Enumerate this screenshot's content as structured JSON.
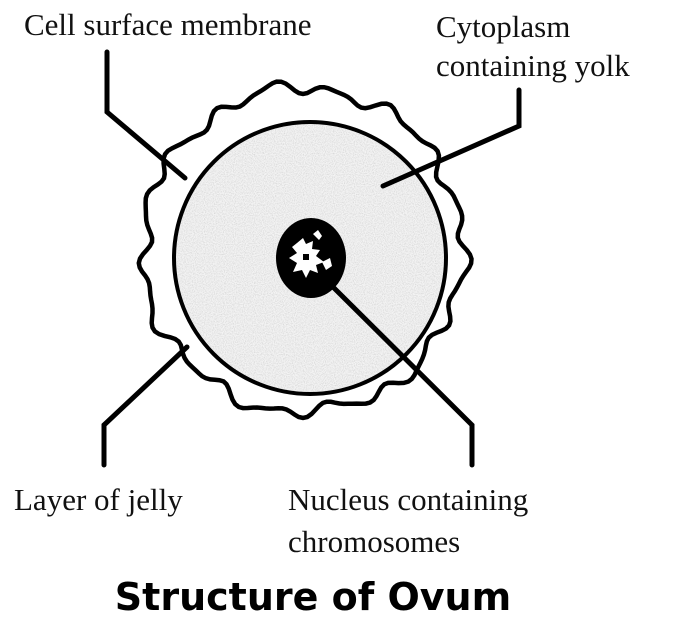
{
  "diagram": {
    "title": "Structure of Ovum",
    "labels": {
      "cell_membrane": "Cell surface membrane",
      "cytoplasm_line1": "Cytoplasm",
      "cytoplasm_line2": "containing yolk",
      "jelly": "Layer of jelly",
      "nucleus_line1": "Nucleus containing",
      "nucleus_line2": "chromosomes"
    },
    "parts": [
      "cell surface membrane",
      "cytoplasm",
      "layer of jelly",
      "nucleus",
      "chromosomes"
    ],
    "colors": {
      "ink": "#000000",
      "cytoplasm_fill": "#f2f2f2",
      "background": "#ffffff"
    }
  }
}
